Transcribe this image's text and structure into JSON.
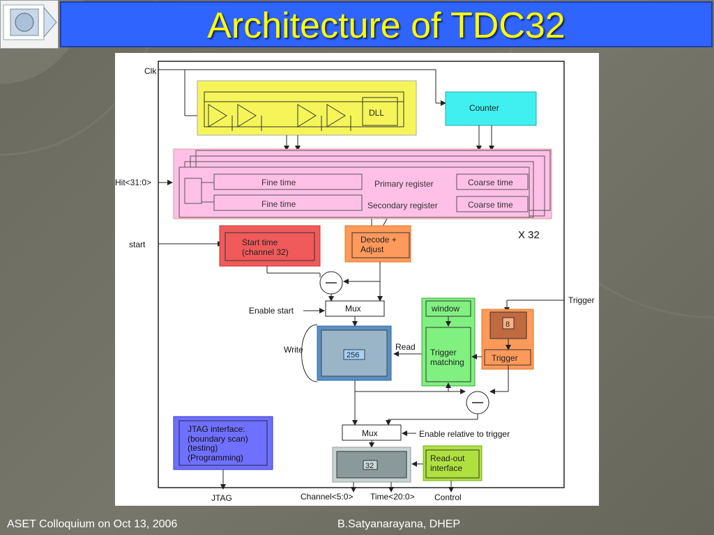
{
  "slide": {
    "title": "Architecture of TDC32",
    "footer_left": "ASET Colloquium on Oct 13, 2006",
    "footer_center": "B.Satyanarayana, DHEP"
  },
  "diagram": {
    "labels": {
      "clk": "Clk",
      "dll": "DLL",
      "counter": "Counter",
      "hit": "Hit<31:0>",
      "fine_time": "Fine time",
      "primary_register": "Primary register",
      "secondary_register": "Secondary register",
      "coarse_time": "Coarse time",
      "x32": "X 32",
      "start": "start",
      "start_time_1": "Start time",
      "start_time_2": "(channel 32)",
      "decode_1": "Decode +",
      "decode_2": "Adjust",
      "trigger_in": "Trigger",
      "enable_start": "Enable start",
      "mux": "Mux",
      "window": "window",
      "write": "Write",
      "read": "Read",
      "fifo_256": "256",
      "trigger_matching_1": "Trigger",
      "trigger_matching_2": "matching",
      "fifo_8": "8",
      "trigger_block": "Trigger",
      "jtag_1": "JTAG interface:",
      "jtag_2": "(boundary scan)",
      "jtag_3": "(testing)",
      "jtag_4": "(Programming)",
      "enable_relative": "Enable relative to trigger",
      "fifo_32": "32",
      "readout_1": "Read-out",
      "readout_2": "interface",
      "jtag_out": "JTAG",
      "channel_out": "Channel<5:0>",
      "time_out": "Time<20:0>",
      "control_out": "Control"
    },
    "colors": {
      "dll_bg": "#f5f55a",
      "counter_bg": "#40f0f0",
      "register_bg": "#ffc0e8",
      "start_time_bg": "#f05a5a",
      "decode_bg": "#ff9a5a",
      "fifo_bg": "#5a8fc0",
      "trigger_match_bg": "#80f080",
      "trigger_bg": "#ff9a5a",
      "jtag_bg": "#7070ff",
      "readout_bg": "#b0e040",
      "title_bg": "#2f64ff",
      "title_text": "#ffff00"
    }
  }
}
